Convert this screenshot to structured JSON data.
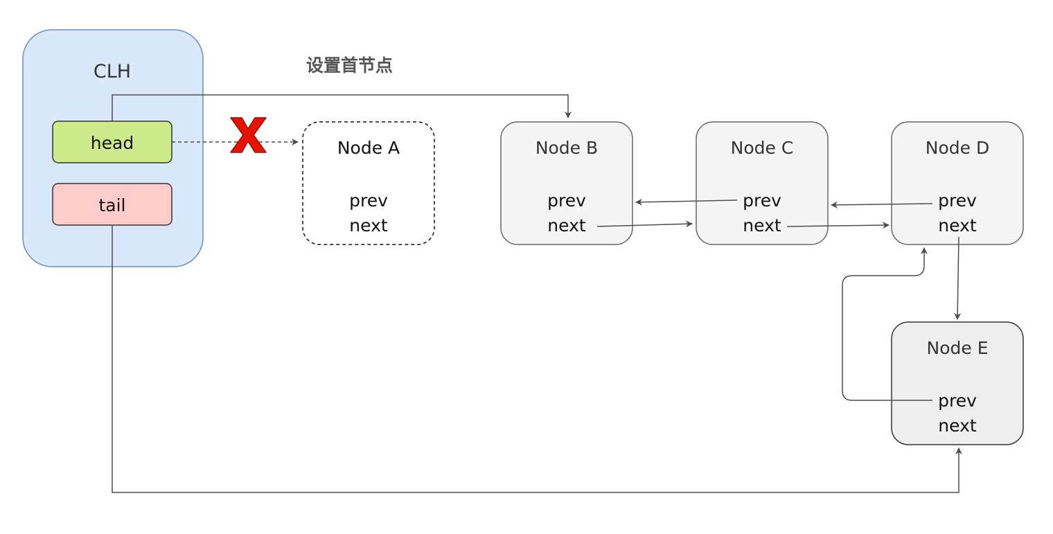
{
  "title": "设置首节点",
  "clh": {
    "label": "CLH",
    "head_label": "head",
    "tail_label": "tail"
  },
  "nodes": [
    {
      "id": "a",
      "name": "Node A",
      "prev": "prev",
      "next": "next"
    },
    {
      "id": "b",
      "name": "Node B",
      "prev": "prev",
      "next": "next"
    },
    {
      "id": "c",
      "name": "Node C",
      "prev": "prev",
      "next": "next"
    },
    {
      "id": "d",
      "name": "Node D",
      "prev": "prev",
      "next": "next"
    },
    {
      "id": "e",
      "name": "Node E",
      "prev": "prev",
      "next": "next"
    }
  ],
  "colors": {
    "clh_fill": "#dae8fc",
    "clh_stroke": "#6c8ebf",
    "head_fill": "#cdeb8b",
    "tail_fill": "#ffcccc",
    "node_fill": "#f5f5f5",
    "node_e_fill": "#eeeeee",
    "node_stroke": "#666666",
    "edge": "#4d4d4d",
    "cross_mark": "#e51400"
  }
}
